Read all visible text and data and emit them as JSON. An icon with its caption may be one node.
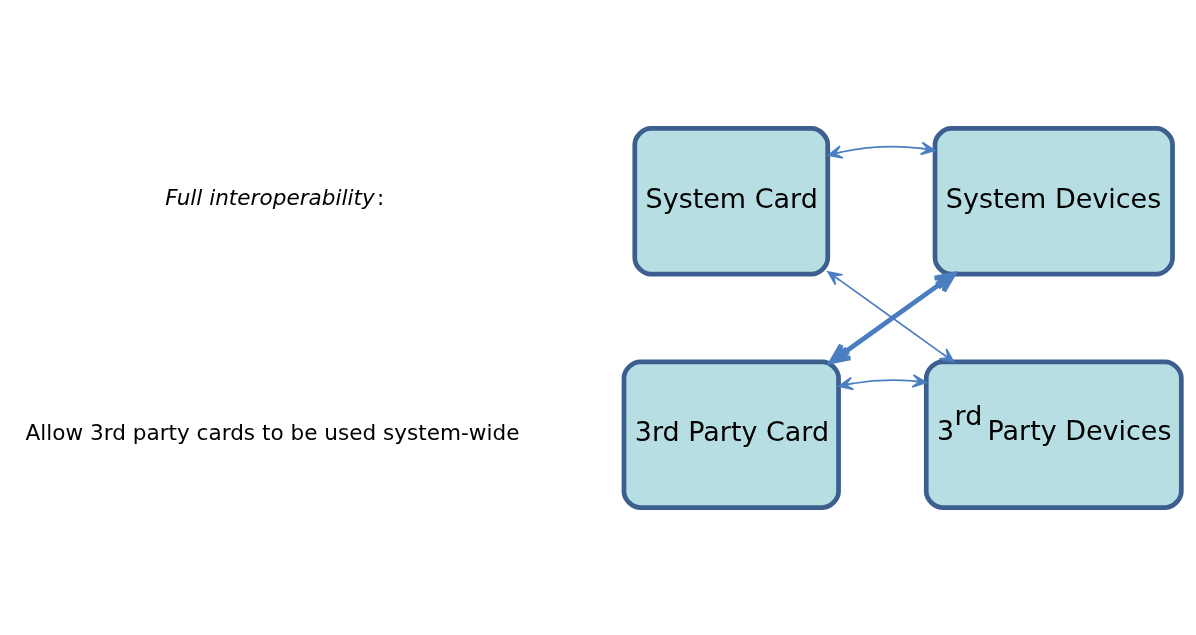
{
  "diagram": {
    "nodes": [
      {
        "text": [
          "System Card"
        ]
      },
      {
        "text": [
          "System Devices"
        ]
      },
      {
        "text": [
          "3rd Party Card"
        ]
      },
      {
        "text": [
          "3$^{rd}$ Party Devices"
        ]
      }
    ],
    "edges": [
      {
        "from": 0,
        "to": 1,
        "arrow": "both"
      },
      {
        "from": 1,
        "to": 2,
        "arrow": "both",
        "style": "thick"
      },
      {
        "from": 0,
        "to": 3,
        "arrow": "both"
      },
      {
        "from": 2,
        "to": 3,
        "arrow": "both"
      }
    ],
    "labels": [
      "*Full interoperability*:",
      "Allow 3rd party cards to be used system-wide"
    ]
  }
}
